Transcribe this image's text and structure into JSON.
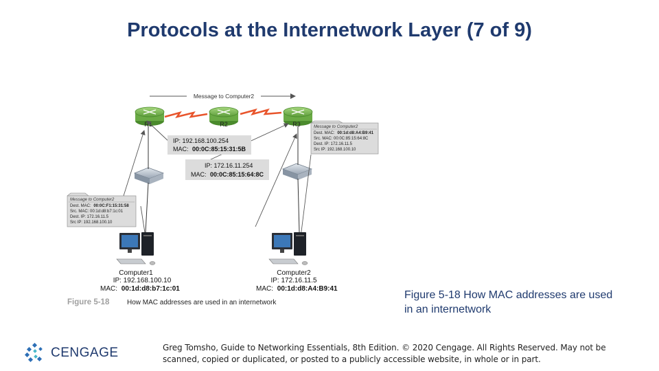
{
  "title": "Protocols at the Internetwork Layer (7 of 9)",
  "diagram": {
    "message_top": "Message to Computer2",
    "routers": [
      "R1",
      "R2",
      "R3"
    ],
    "router_r1_interface": {
      "ip": "IP: 192.168.100.254",
      "mac_label": "MAC:",
      "mac": "00:0C:85:15:31:5B"
    },
    "router_r3_interface": {
      "ip": "IP: 172.16.11.254",
      "mac_label": "MAC:",
      "mac": "00:0C:85:15:64:8C"
    },
    "frame_right": {
      "tab": "Message to Computer2",
      "dest_mac_label": "Dest. MAC:",
      "dest_mac": "00:1d:d8:A4:B9:41",
      "src_mac": "Src. MAC: 00:0C:85:15:64:8C",
      "dest_ip": "Dest. IP: 172.16.11.5",
      "src_ip": "Src IP: 192.168.100.10"
    },
    "frame_left": {
      "tab": "Message to Computer2",
      "dest_mac_label": "Dest. MAC:",
      "dest_mac": "00:0C:F1:15:31:58",
      "src_mac": "Src. MAC: 00:1d:d8:b7:1c:01",
      "dest_ip": "Dest. IP: 172.16.11.5",
      "src_ip": "Src IP: 192.168.100.10"
    },
    "computer1": {
      "name": "Computer1",
      "ip": "IP: 192.168.100.10",
      "mac_label": "MAC:",
      "mac": "00:1d:d8:b7:1c:01"
    },
    "computer2": {
      "name": "Computer2",
      "ip": "IP: 172.16.11.5",
      "mac_label": "MAC:",
      "mac": "00:1d:d8:A4:B9:41"
    },
    "figure_label": "Figure 5-18",
    "figure_text": "How MAC addresses are used in an internetwork",
    "colors": {
      "router": "#7fbf5a",
      "link": "#e8542b",
      "label_box": "#d9d9d9",
      "figure_label": "#a0a0a0"
    }
  },
  "caption": "Figure 5-18  How MAC addresses are used in an internetwork",
  "footer": "Greg Tomsho, Guide to Networking Essentials, 8th Edition. © 2020 Cengage. All Rights Reserved. May not be scanned, copied or duplicated, or posted to a publicly accessible website, in whole or in part.",
  "logo": {
    "text": "CENGAGE",
    "icon": "cengage-logo-mark"
  }
}
